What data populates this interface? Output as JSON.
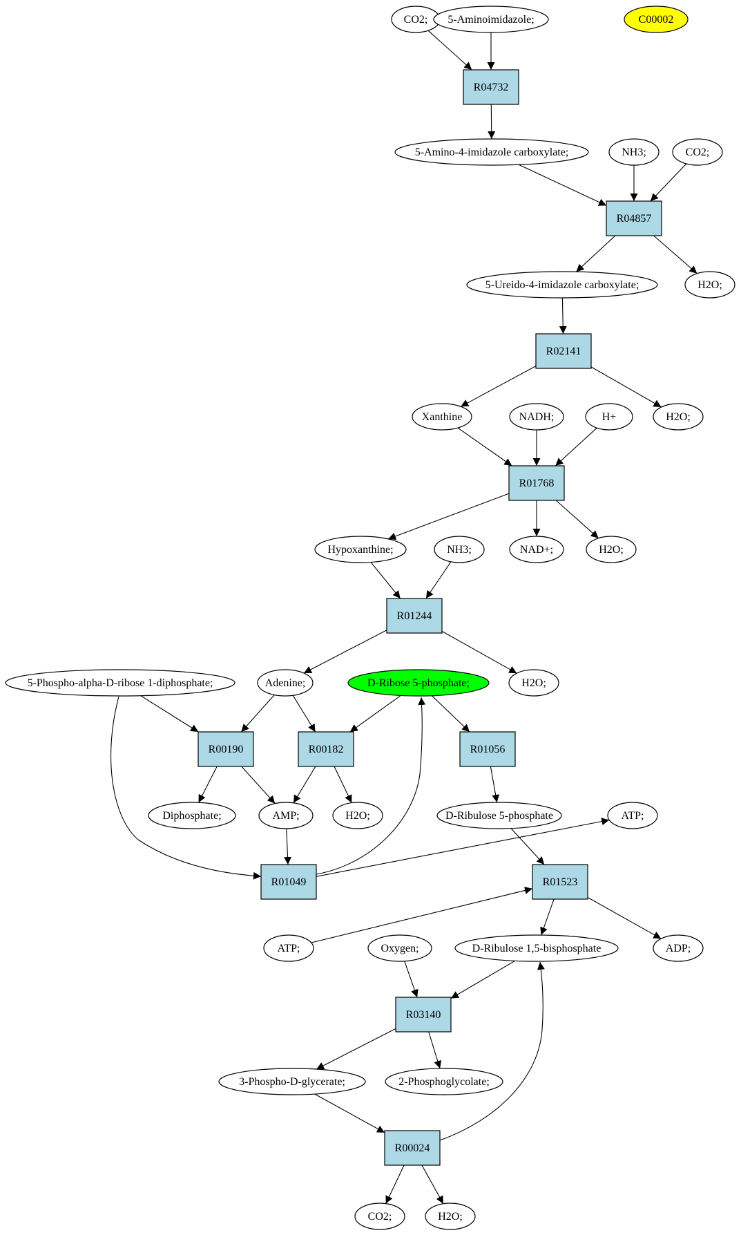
{
  "colors": {
    "reaction_fill": "#add8e6",
    "compound_fill": "#ffffff",
    "start_fill": "#ffff00",
    "target_fill": "#00ff00",
    "stroke": "#000000"
  },
  "nodes": {
    "co2_1": {
      "label": "CO2;",
      "kind": "compound"
    },
    "aminoimidazole": {
      "label": "5-Aminoimidazole;",
      "kind": "compound"
    },
    "c00002": {
      "label": "C00002",
      "kind": "start"
    },
    "r04732": {
      "label": "R04732",
      "kind": "reaction"
    },
    "amino_carboxylate": {
      "label": "5-Amino-4-imidazole carboxylate;",
      "kind": "compound"
    },
    "nh3_1": {
      "label": "NH3;",
      "kind": "compound"
    },
    "co2_2": {
      "label": "CO2;",
      "kind": "compound"
    },
    "r04857": {
      "label": "R04857",
      "kind": "reaction"
    },
    "ureido_carboxylate": {
      "label": "5-Ureido-4-imidazole carboxylate;",
      "kind": "compound"
    },
    "h2o_1": {
      "label": "H2O;",
      "kind": "compound"
    },
    "r02141": {
      "label": "R02141",
      "kind": "reaction"
    },
    "xanthine": {
      "label": "Xanthine",
      "kind": "compound"
    },
    "nadh": {
      "label": "NADH;",
      "kind": "compound"
    },
    "hplus": {
      "label": "H+",
      "kind": "compound"
    },
    "h2o_2": {
      "label": "H2O;",
      "kind": "compound"
    },
    "r01768": {
      "label": "R01768",
      "kind": "reaction"
    },
    "hypoxanthine": {
      "label": "Hypoxanthine;",
      "kind": "compound"
    },
    "nh3_2": {
      "label": "NH3;",
      "kind": "compound"
    },
    "nadplus": {
      "label": "NAD+;",
      "kind": "compound"
    },
    "h2o_3": {
      "label": "H2O;",
      "kind": "compound"
    },
    "r01244": {
      "label": "R01244",
      "kind": "reaction"
    },
    "prpp": {
      "label": "5-Phospho-alpha-D-ribose 1-diphosphate;",
      "kind": "compound"
    },
    "adenine": {
      "label": "Adenine;",
      "kind": "compound"
    },
    "ribose5p": {
      "label": "D-Ribose 5-phosphate;",
      "kind": "target"
    },
    "h2o_4": {
      "label": "H2O;",
      "kind": "compound"
    },
    "r00190": {
      "label": "R00190",
      "kind": "reaction"
    },
    "r00182": {
      "label": "R00182",
      "kind": "reaction"
    },
    "r01056": {
      "label": "R01056",
      "kind": "reaction"
    },
    "diphosphate": {
      "label": "Diphosphate;",
      "kind": "compound"
    },
    "amp": {
      "label": "AMP;",
      "kind": "compound"
    },
    "h2o_5": {
      "label": "H2O;",
      "kind": "compound"
    },
    "ribulose5p": {
      "label": "D-Ribulose 5-phosphate",
      "kind": "compound"
    },
    "atp_1": {
      "label": "ATP;",
      "kind": "compound"
    },
    "r01049": {
      "label": "R01049",
      "kind": "reaction"
    },
    "r01523": {
      "label": "R01523",
      "kind": "reaction"
    },
    "atp_2": {
      "label": "ATP;",
      "kind": "compound"
    },
    "oxygen": {
      "label": "Oxygen;",
      "kind": "compound"
    },
    "rubp": {
      "label": "D-Ribulose 1,5-bisphosphate",
      "kind": "compound"
    },
    "adp": {
      "label": "ADP;",
      "kind": "compound"
    },
    "r03140": {
      "label": "R03140",
      "kind": "reaction"
    },
    "pga": {
      "label": "3-Phospho-D-glycerate;",
      "kind": "compound"
    },
    "phosphoglycolate": {
      "label": "2-Phosphoglycolate;",
      "kind": "compound"
    },
    "r00024": {
      "label": "R00024",
      "kind": "reaction"
    },
    "co2_3": {
      "label": "CO2;",
      "kind": "compound"
    },
    "h2o_6": {
      "label": "H2O;",
      "kind": "compound"
    }
  },
  "edges": [
    [
      "co2_1",
      "r04732"
    ],
    [
      "aminoimidazole",
      "r04732"
    ],
    [
      "r04732",
      "amino_carboxylate"
    ],
    [
      "amino_carboxylate",
      "r04857"
    ],
    [
      "nh3_1",
      "r04857"
    ],
    [
      "co2_2",
      "r04857"
    ],
    [
      "r04857",
      "ureido_carboxylate"
    ],
    [
      "r04857",
      "h2o_1"
    ],
    [
      "ureido_carboxylate",
      "r02141"
    ],
    [
      "r02141",
      "xanthine"
    ],
    [
      "r02141",
      "h2o_2"
    ],
    [
      "xanthine",
      "r01768"
    ],
    [
      "nadh",
      "r01768"
    ],
    [
      "hplus",
      "r01768"
    ],
    [
      "r01768",
      "hypoxanthine"
    ],
    [
      "r01768",
      "nadplus"
    ],
    [
      "r01768",
      "h2o_3"
    ],
    [
      "hypoxanthine",
      "r01244"
    ],
    [
      "nh3_2",
      "r01244"
    ],
    [
      "r01244",
      "adenine"
    ],
    [
      "r01244",
      "h2o_4"
    ],
    [
      "prpp",
      "r00190"
    ],
    [
      "adenine",
      "r00190"
    ],
    [
      "adenine",
      "r00182"
    ],
    [
      "ribose5p",
      "r00182"
    ],
    [
      "ribose5p",
      "r01056"
    ],
    [
      "r00190",
      "diphosphate"
    ],
    [
      "r00190",
      "amp"
    ],
    [
      "r00182",
      "amp"
    ],
    [
      "r00182",
      "h2o_5"
    ],
    [
      "r01056",
      "ribulose5p"
    ],
    [
      "amp",
      "r01049"
    ],
    [
      "prpp",
      "r01049"
    ],
    [
      "r01049",
      "ribose5p"
    ],
    [
      "r01049",
      "atp_1"
    ],
    [
      "ribulose5p",
      "r01523"
    ],
    [
      "atp_2",
      "r01523"
    ],
    [
      "r01523",
      "rubp"
    ],
    [
      "r01523",
      "adp"
    ],
    [
      "oxygen",
      "r03140"
    ],
    [
      "rubp",
      "r03140"
    ],
    [
      "r03140",
      "pga"
    ],
    [
      "r03140",
      "phosphoglycolate"
    ],
    [
      "pga",
      "r00024"
    ],
    [
      "r00024",
      "rubp"
    ],
    [
      "r00024",
      "co2_3"
    ],
    [
      "r00024",
      "h2o_6"
    ]
  ]
}
